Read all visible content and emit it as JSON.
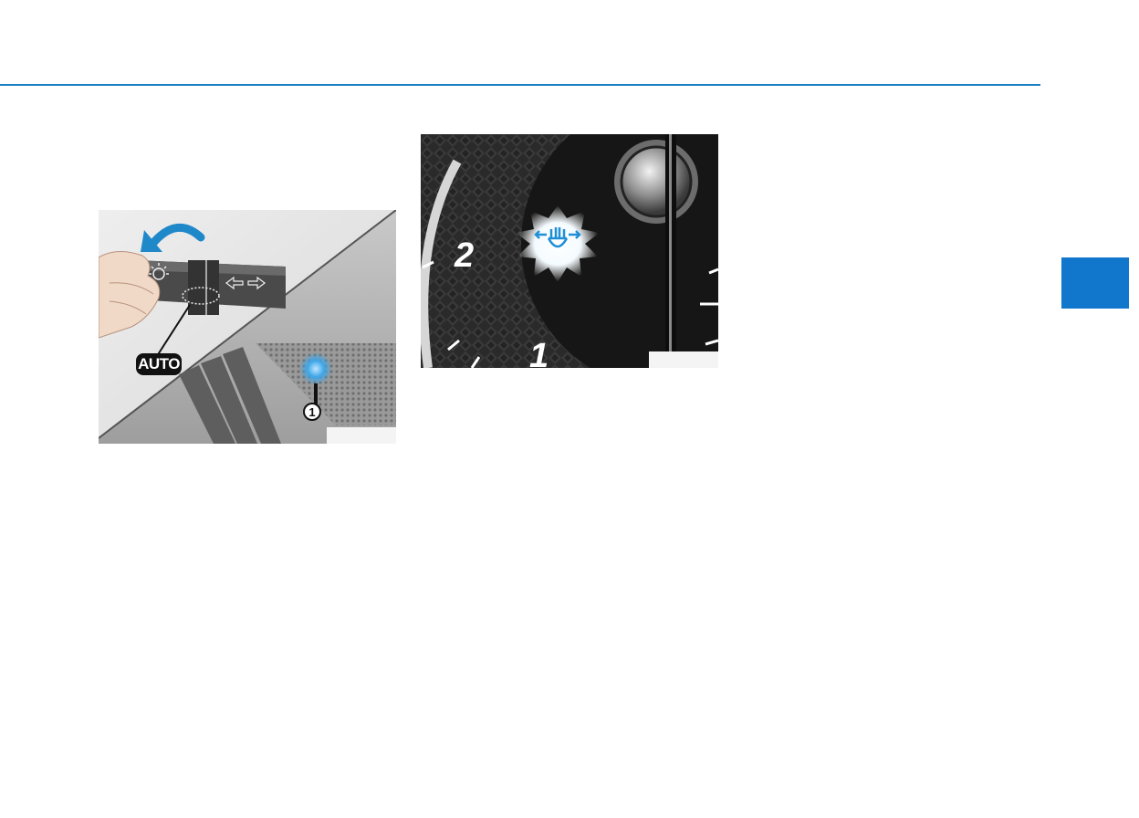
{
  "page": {
    "chapter_tab": "",
    "accent_color": "#1177cc"
  },
  "figure_left": {
    "callout_label": "AUTO",
    "marker_number": "1",
    "figure_code": "",
    "icons": [
      "arrow-rotate-icon",
      "light-switch-icon",
      "sensor-icon"
    ]
  },
  "figure_right": {
    "gauge_label_top": "2",
    "gauge_label_bottom": "1",
    "figure_code": "",
    "icons": [
      "headlight-leveling-icon"
    ]
  }
}
